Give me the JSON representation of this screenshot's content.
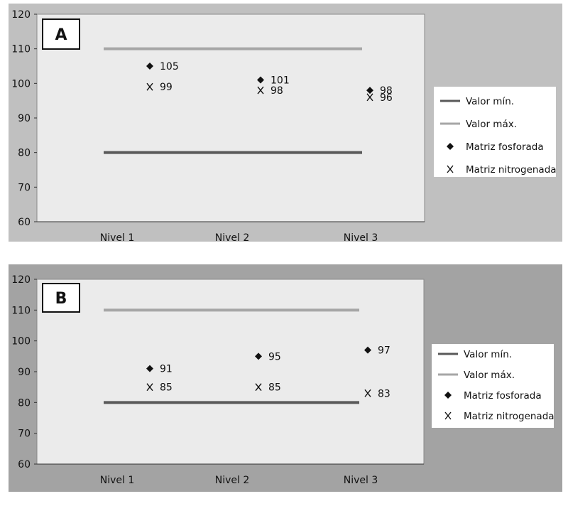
{
  "chart_data": [
    {
      "type": "line",
      "panel_label": "A",
      "categories": [
        "Nivel 1",
        "Nivel 2",
        "Nivel 3"
      ],
      "ylim": [
        60,
        120
      ],
      "yticks": [
        60,
        70,
        80,
        90,
        100,
        110,
        120
      ],
      "grid": false,
      "legend_position": "right",
      "series": [
        {
          "name": "Valor mín.",
          "kind": "line",
          "values": [
            80,
            80,
            80
          ],
          "color": "#595959"
        },
        {
          "name": "Valor máx.",
          "kind": "line",
          "values": [
            110,
            110,
            110
          ],
          "color": "#a6a6a6"
        },
        {
          "name": "Matriz fosforada",
          "kind": "diamond",
          "values": [
            105,
            101,
            98
          ],
          "labels": [
            "105",
            "101",
            "98"
          ],
          "color": "#111111"
        },
        {
          "name": "Matriz nitrogenada",
          "kind": "x",
          "values": [
            99,
            98,
            96
          ],
          "labels": [
            "99",
            "98",
            "96"
          ],
          "color": "#111111"
        }
      ]
    },
    {
      "type": "line",
      "panel_label": "B",
      "categories": [
        "Nivel 1",
        "Nivel 2",
        "Nivel 3"
      ],
      "ylim": [
        60,
        120
      ],
      "yticks": [
        60,
        70,
        80,
        90,
        100,
        110,
        120
      ],
      "grid": false,
      "legend_position": "right",
      "series": [
        {
          "name": "Valor mín.",
          "kind": "line",
          "values": [
            80,
            80,
            80
          ],
          "color": "#595959"
        },
        {
          "name": "Valor máx.",
          "kind": "line",
          "values": [
            110,
            110,
            110
          ],
          "color": "#a6a6a6"
        },
        {
          "name": "Matriz fosforada",
          "kind": "diamond",
          "values": [
            91,
            95,
            97
          ],
          "labels": [
            "91",
            "95",
            "97"
          ],
          "color": "#111111"
        },
        {
          "name": "Matriz nitrogenada",
          "kind": "x",
          "values": [
            85,
            85,
            83
          ],
          "labels": [
            "85",
            "85",
            "83"
          ],
          "color": "#111111"
        }
      ]
    }
  ],
  "colors": {
    "panel_a_bg": "#c0c0c0",
    "panel_b_bg": "#a3a3a3",
    "plot_bg": "#ebebeb",
    "legend_bg": "#ffffff",
    "text": "#111111"
  }
}
